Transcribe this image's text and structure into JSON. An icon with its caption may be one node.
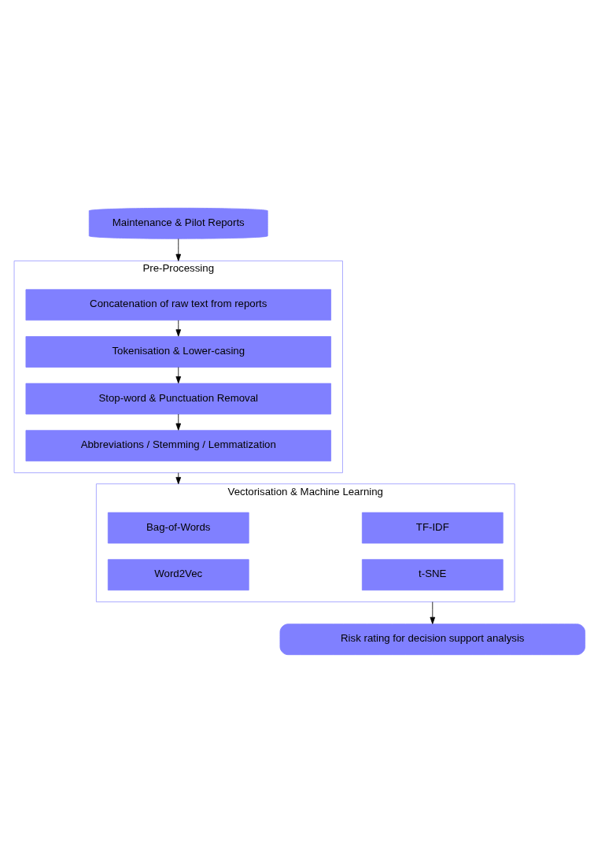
{
  "diagram": {
    "nodes": [
      {
        "text": [
          "Maintenance & Pilot Reports"
        ]
      },
      {
        "text": [
          "Pre-Processing"
        ]
      },
      {
        "text": [
          "Concatenation of raw text from reports"
        ],
        "in": 1
      },
      {
        "text": [
          "Tokenisation & Lower-casing"
        ],
        "in": 1
      },
      {
        "text": [
          "Stop-word & Punctuation Removal"
        ],
        "in": 1
      },
      {
        "text": [
          "Abbreviations / Stemming / Lemmatization"
        ],
        "in": 1
      },
      {
        "text": [
          "Vectorisation & Machine Learning"
        ]
      },
      {
        "text": [
          "Bag-of-Words"
        ],
        "in": 6
      },
      {
        "text": [
          "TF-IDF"
        ],
        "in": 6
      },
      {
        "text": [
          "Word2Vec"
        ],
        "in": 6
      },
      {
        "text": [
          "t-SNE"
        ],
        "in": 6
      },
      {
        "text": [
          "Risk rating for decision support analysis"
        ]
      }
    ],
    "edges": [
      {
        "from": 0,
        "to": 1,
        "arrow": "to"
      },
      {
        "from": 2,
        "to": 3,
        "arrow": "to"
      },
      {
        "from": 3,
        "to": 4,
        "arrow": "to"
      },
      {
        "from": 4,
        "to": 5,
        "arrow": "to"
      },
      {
        "from": 1,
        "to": 6,
        "arrow": "to"
      },
      {
        "from": 6,
        "to": 11,
        "arrow": "to"
      }
    ]
  }
}
